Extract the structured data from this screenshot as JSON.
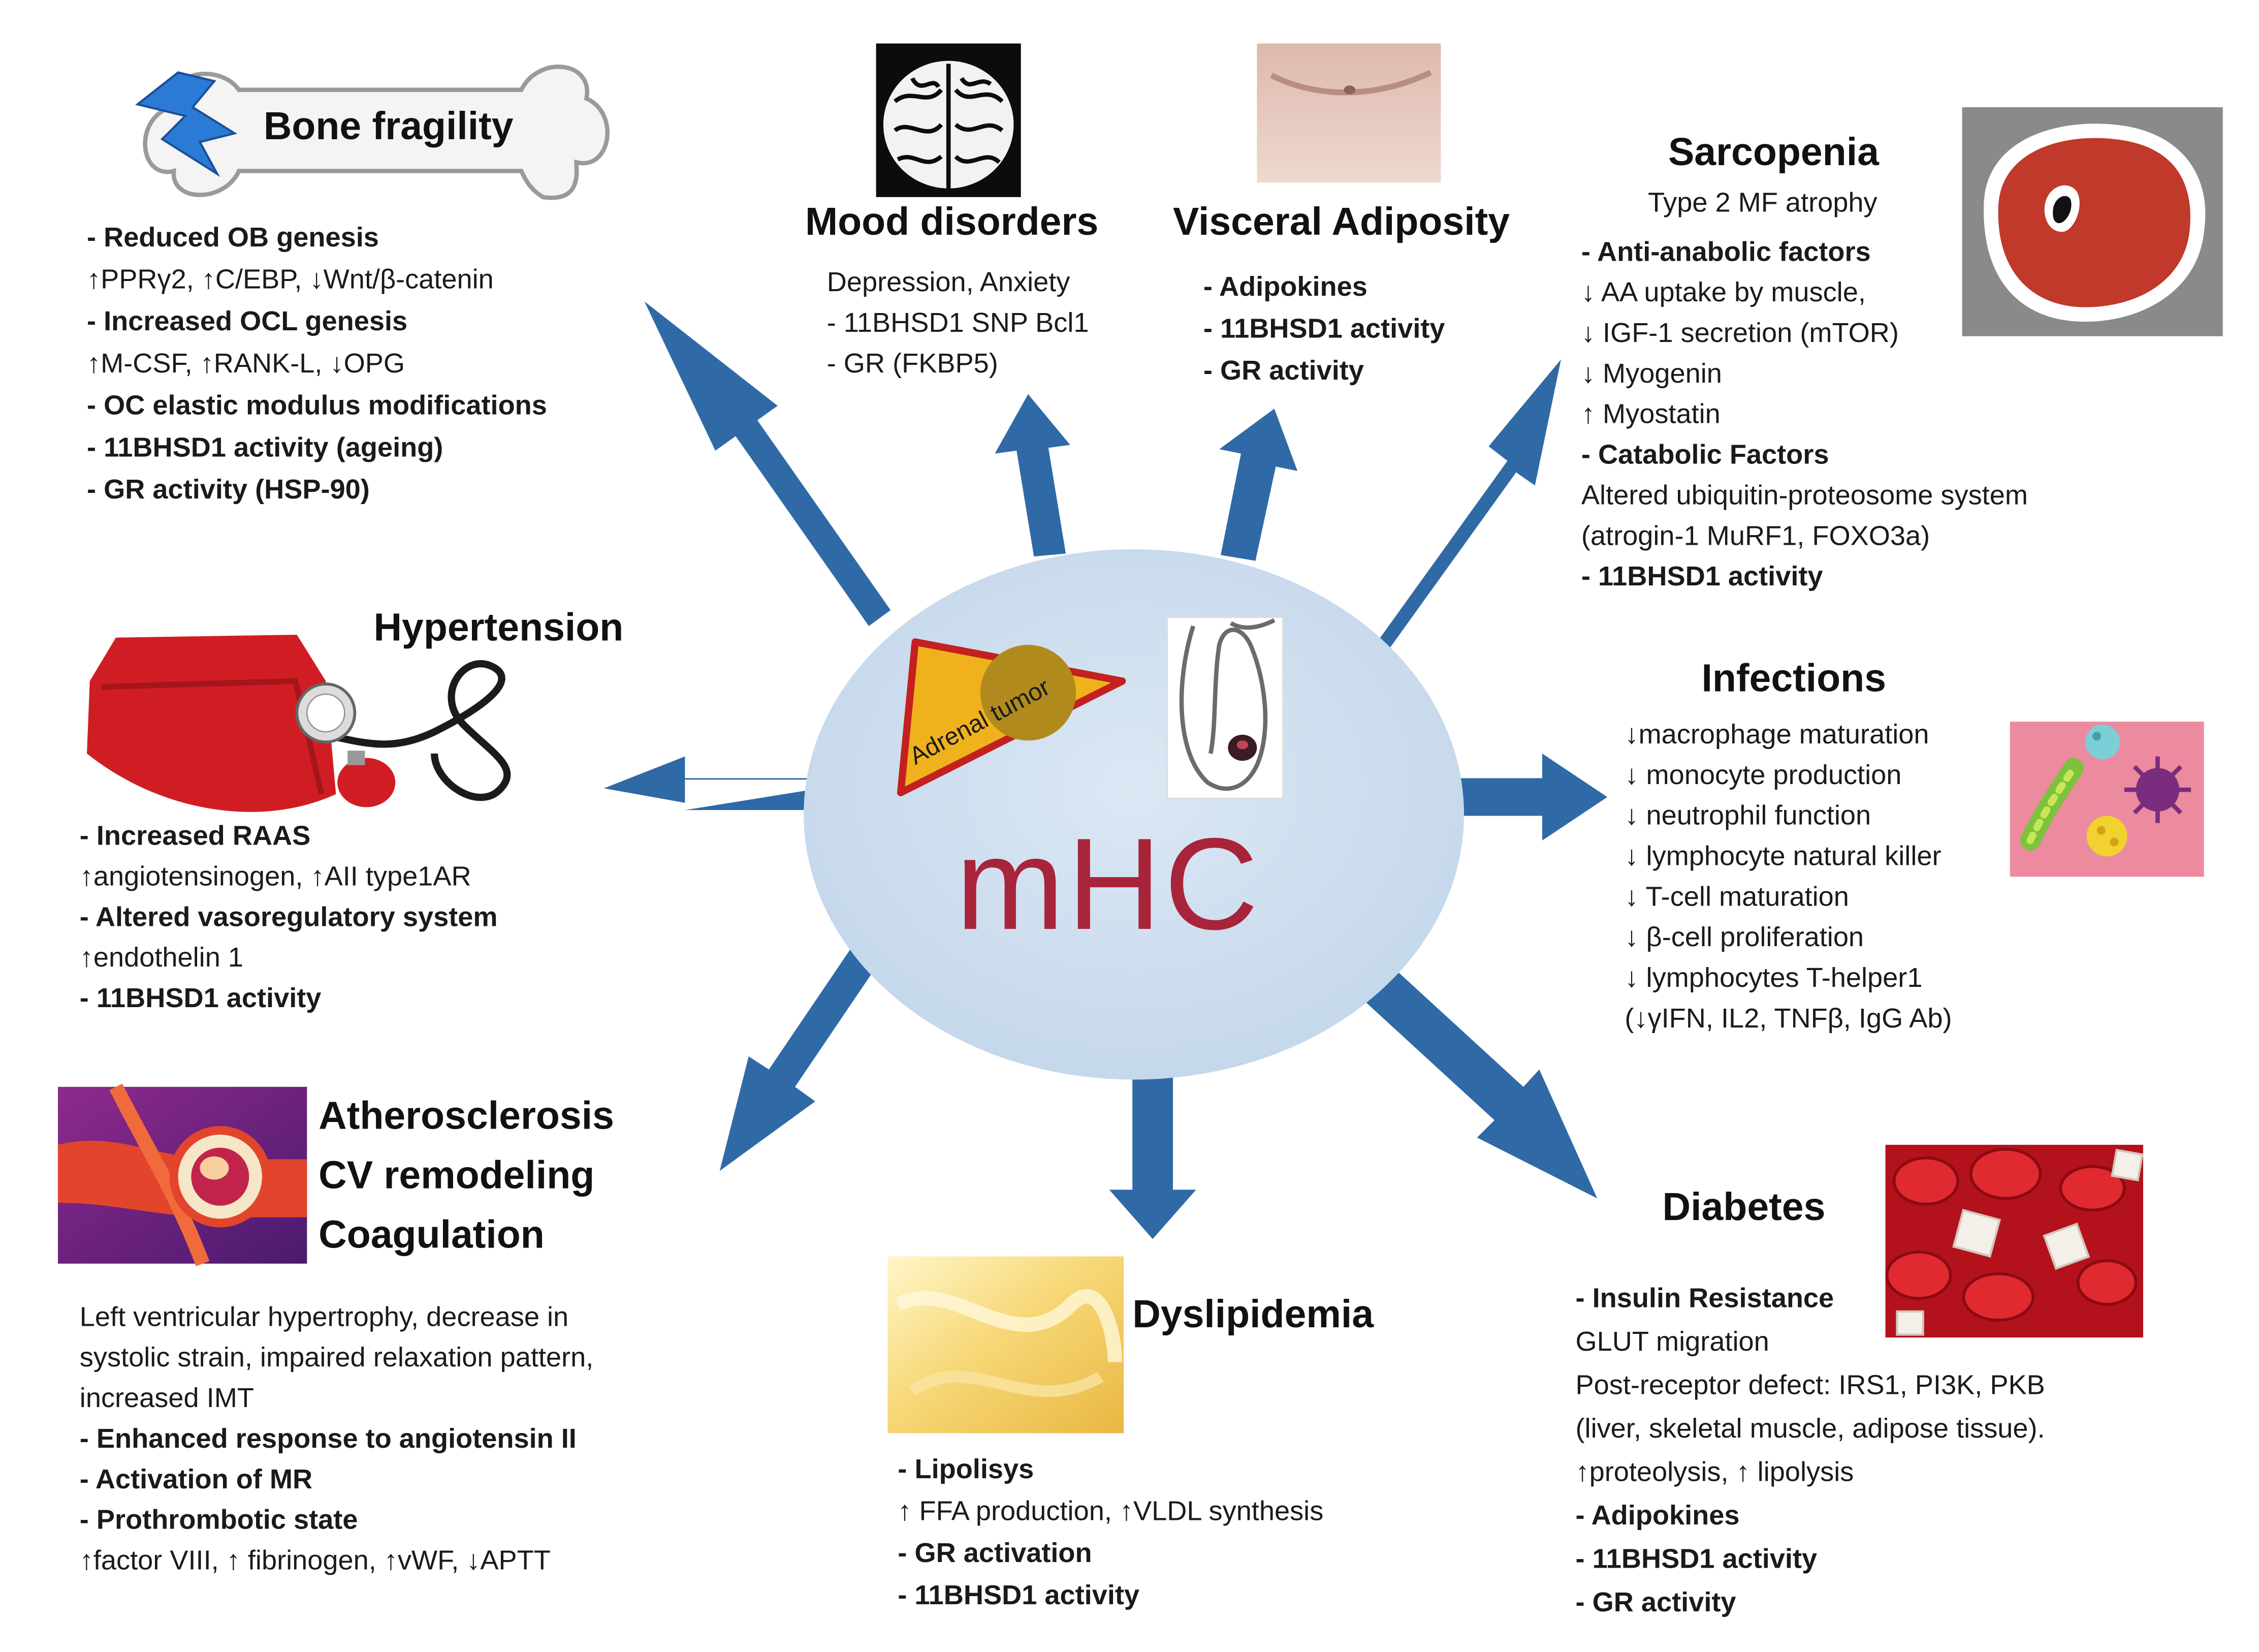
{
  "center": {
    "label": "mHC",
    "tumor_label": "Adrenal tumor"
  },
  "colors": {
    "arrow": "#2f6aa6",
    "ellipse": "#cfdfef",
    "mhc_text": "#a8243a",
    "muscle": "#c0392b",
    "tumor_triangle": "#f0b21c",
    "cuff": "#d01d24"
  },
  "bone_fragility": {
    "title": "Bone fragility",
    "lines": [
      {
        "text": "- Reduced OB genesis",
        "bold": true
      },
      {
        "text": "↑PPRγ2, ↑C/EBP, ↓Wnt/β-catenin",
        "bold": false
      },
      {
        "text": "- Increased OCL genesis",
        "bold": true
      },
      {
        "text": "↑M-CSF, ↑RANK-L, ↓OPG",
        "bold": false
      },
      {
        "text": "- OC elastic modulus modifications",
        "bold": true
      },
      {
        "text": "- 11BHSD1 activity (ageing)",
        "bold": true
      },
      {
        "text": "- GR activity (HSP-90)",
        "bold": true
      }
    ]
  },
  "mood_disorders": {
    "title": "Mood disorders",
    "lines": [
      {
        "text": "Depression, Anxiety",
        "bold": false
      },
      {
        "text": "- 11BHSD1 SNP Bcl1",
        "bold": false
      },
      {
        "text": "- GR (FKBP5)",
        "bold": false
      }
    ]
  },
  "visceral_adiposity": {
    "title": "Visceral Adiposity",
    "lines": [
      {
        "text": "- Adipokines",
        "bold": true
      },
      {
        "text": "- 11BHSD1 activity",
        "bold": true
      },
      {
        "text": "- GR activity",
        "bold": true
      }
    ]
  },
  "sarcopenia": {
    "title": "Sarcopenia",
    "subtitle": "Type 2 MF atrophy",
    "lines": [
      {
        "text": "- Anti-anabolic factors",
        "bold": true
      },
      {
        "text": "↓  AA uptake by muscle,",
        "bold": false
      },
      {
        "text": "↓  IGF-1 secretion (mTOR)",
        "bold": false
      },
      {
        "text": "↓  Myogenin",
        "bold": false
      },
      {
        "text": "↑  Myostatin",
        "bold": false
      },
      {
        "text": "- Catabolic Factors",
        "bold": true
      },
      {
        "text": "Altered ubiquitin-proteosome system",
        "bold": false
      },
      {
        "text": "(atrogin-1 MuRF1, FOXO3a)",
        "bold": false
      },
      {
        "text": "- 11BHSD1 activity",
        "bold": true
      }
    ]
  },
  "hypertension": {
    "title": "Hypertension",
    "lines": [
      {
        "text": "- Increased RAAS",
        "bold": true
      },
      {
        "text": "↑angiotensinogen, ↑AII type1AR",
        "bold": false
      },
      {
        "text": "- Altered vasoregulatory system",
        "bold": true
      },
      {
        "text": "↑endothelin 1",
        "bold": false
      },
      {
        "text": "- 11BHSD1 activity",
        "bold": true
      }
    ]
  },
  "infections": {
    "title": "Infections",
    "lines": [
      {
        "text": "↓macrophage maturation",
        "bold": false
      },
      {
        "text": "↓ monocyte production",
        "bold": false
      },
      {
        "text": "↓ neutrophil function",
        "bold": false
      },
      {
        "text": "↓ lymphocyte natural killer",
        "bold": false
      },
      {
        "text": "↓ T-cell maturation",
        "bold": false
      },
      {
        "text": "↓ β-cell proliferation",
        "bold": false
      },
      {
        "text": "↓  lymphocytes T-helper1",
        "bold": false
      },
      {
        "text": "(↓γIFN, IL2, TNFβ, IgG Ab)",
        "bold": false
      }
    ]
  },
  "atherosclerosis": {
    "titles": [
      "Atherosclerosis",
      "CV remodeling",
      "Coagulation"
    ],
    "lines": [
      {
        "text": "Left ventricular hypertrophy, decrease in",
        "bold": false
      },
      {
        "text": "systolic strain,  impaired relaxation pattern,",
        "bold": false
      },
      {
        "text": "increased IMT",
        "bold": false
      },
      {
        "text": "- Enhanced response to angiotensin II",
        "bold": true
      },
      {
        "text": "- Activation of MR",
        "bold": true
      },
      {
        "text": "- Prothrombotic state",
        "bold": true
      },
      {
        "text": "↑factor VIII, ↑ fibrinogen, ↑vWF, ↓APTT",
        "bold": false
      }
    ]
  },
  "dyslipidemia": {
    "title": "Dyslipidemia",
    "lines": [
      {
        "text": "- Lipolisys",
        "bold": true
      },
      {
        "text": "↑ FFA production, ↑VLDL synthesis",
        "bold": false
      },
      {
        "text": "- GR activation",
        "bold": true
      },
      {
        "text": "- 11BHSD1 activity",
        "bold": true
      }
    ]
  },
  "diabetes": {
    "title": "Diabetes",
    "lines": [
      {
        "text": "- Insulin Resistance",
        "bold": true
      },
      {
        "text": "GLUT migration",
        "bold": false
      },
      {
        "text": "Post-receptor defect: IRS1, PI3K, PKB",
        "bold": false
      },
      {
        "text": "(liver, skeletal muscle, adipose tissue).",
        "bold": false
      },
      {
        "text": "↑proteolysis, ↑ lipolysis",
        "bold": false
      },
      {
        "text": "- Adipokines",
        "bold": true
      },
      {
        "text": "- 11BHSD1 activity",
        "bold": true
      },
      {
        "text": "- GR activity",
        "bold": true
      }
    ]
  },
  "images": [
    "bone-icon",
    "lightning-icon",
    "brain-image",
    "abdomen-image",
    "muscle-cross-section-image",
    "blood-pressure-cuff-image",
    "microbes-image",
    "artery-plaque-image",
    "butter-image",
    "red-blood-cells-image",
    "adrenal-gland-image"
  ]
}
